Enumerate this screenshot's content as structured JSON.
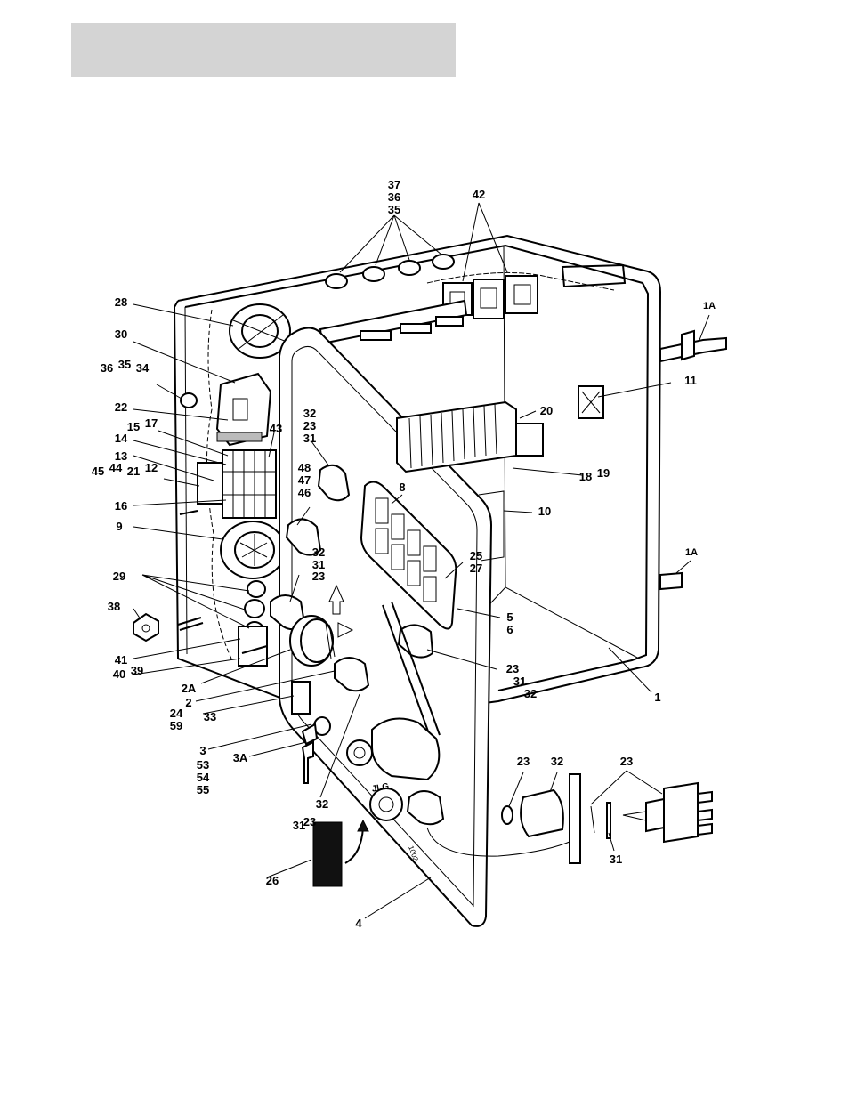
{
  "callouts": [
    {
      "id": "c1",
      "lines": [
        "37",
        "36",
        "35"
      ]
    },
    {
      "id": "c2",
      "lines": [
        "42"
      ]
    },
    {
      "id": "c3",
      "lines": [
        "28"
      ]
    },
    {
      "id": "c4",
      "lines": [
        "30"
      ]
    },
    {
      "id": "c5",
      "lines": [
        "36",
        "35",
        "34"
      ]
    },
    {
      "id": "c6",
      "lines": [
        "22"
      ]
    },
    {
      "id": "c7",
      "lines": [
        "15",
        "17"
      ]
    },
    {
      "id": "c8",
      "lines": [
        "14"
      ]
    },
    {
      "id": "c9",
      "lines": [
        "13"
      ]
    },
    {
      "id": "c10",
      "lines": [
        "45",
        "44",
        "21",
        "12"
      ]
    },
    {
      "id": "c11",
      "lines": [
        "16"
      ]
    },
    {
      "id": "c12",
      "lines": [
        "9"
      ]
    },
    {
      "id": "c13",
      "lines": [
        "29"
      ]
    },
    {
      "id": "c14",
      "lines": [
        "38"
      ]
    },
    {
      "id": "c15",
      "lines": [
        "41"
      ]
    },
    {
      "id": "c16",
      "lines": [
        "40",
        "39"
      ]
    },
    {
      "id": "c17",
      "lines": [
        "2A"
      ]
    },
    {
      "id": "c18",
      "lines": [
        "2"
      ]
    },
    {
      "id": "c19",
      "lines": [
        "24",
        "59"
      ]
    },
    {
      "id": "c20",
      "lines": [
        "33"
      ]
    },
    {
      "id": "c21",
      "lines": [
        "3"
      ]
    },
    {
      "id": "c22",
      "lines": [
        "53",
        "54",
        "55"
      ]
    },
    {
      "id": "c23",
      "lines": [
        "3A"
      ]
    },
    {
      "id": "c24",
      "lines": [
        "32"
      ]
    },
    {
      "id": "c25",
      "lines": [
        "31",
        "23"
      ]
    },
    {
      "id": "c26",
      "lines": [
        "26"
      ]
    },
    {
      "id": "c27",
      "lines": [
        "4"
      ]
    },
    {
      "id": "c28",
      "lines": [
        "32",
        "23",
        "31"
      ]
    },
    {
      "id": "c29",
      "lines": [
        "43"
      ]
    },
    {
      "id": "c30",
      "lines": [
        "48",
        "47",
        "46"
      ]
    },
    {
      "id": "c31",
      "lines": [
        "8"
      ]
    },
    {
      "id": "c32",
      "lines": [
        "32",
        "31"
      ]
    },
    {
      "id": "c33",
      "lines": [
        "23"
      ]
    },
    {
      "id": "c34",
      "lines": [
        "25",
        "27"
      ]
    },
    {
      "id": "c35",
      "lines": [
        "5",
        "6"
      ]
    },
    {
      "id": "c36",
      "lines": [
        "23",
        "31",
        "32"
      ]
    },
    {
      "id": "c37",
      "lines": [
        "1"
      ]
    },
    {
      "id": "c38",
      "lines": [
        "20"
      ]
    },
    {
      "id": "c39",
      "lines": [
        "18",
        "19"
      ]
    },
    {
      "id": "c40",
      "lines": [
        "10"
      ]
    },
    {
      "id": "c41",
      "lines": [
        "11"
      ]
    },
    {
      "id": "c42",
      "lines": [
        "1A"
      ]
    },
    {
      "id": "c43",
      "lines": [
        "1A"
      ]
    },
    {
      "id": "c44",
      "lines": [
        "23"
      ]
    },
    {
      "id": "c45",
      "lines": [
        "32"
      ]
    },
    {
      "id": "c46",
      "lines": [
        "23"
      ]
    },
    {
      "id": "c47",
      "lines": [
        "31"
      ]
    }
  ],
  "panel_labels": {
    "brand": "JLG",
    "decal": "1002"
  }
}
